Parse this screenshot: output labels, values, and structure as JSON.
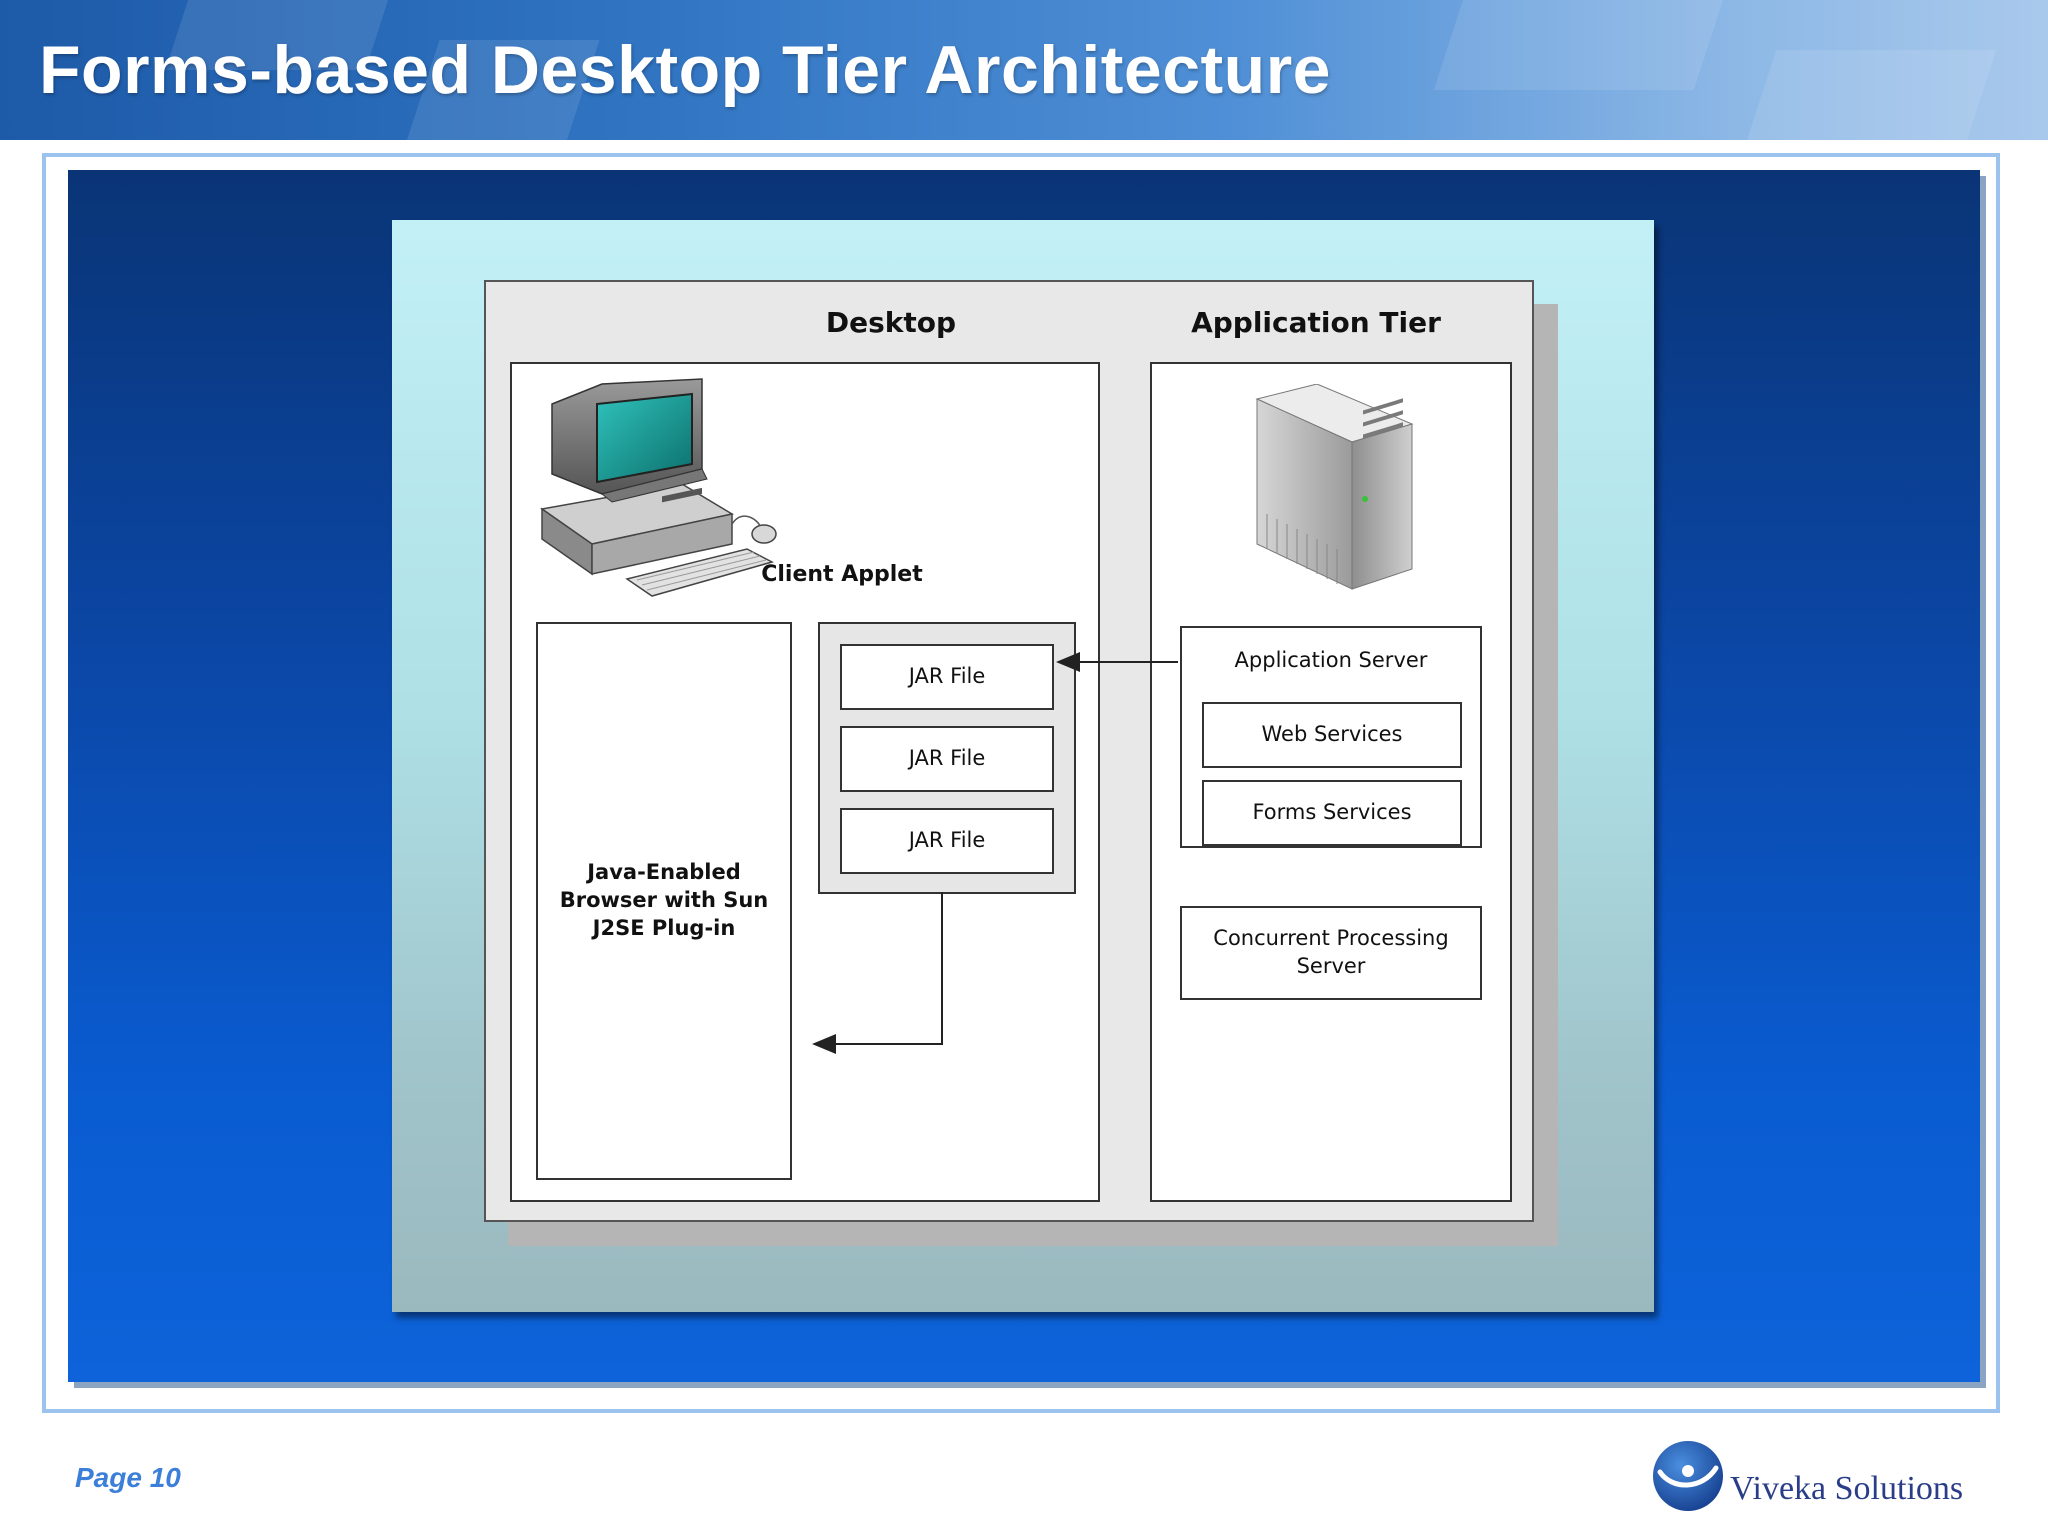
{
  "slide": {
    "title": "Forms-based Desktop Tier Architecture",
    "page_label": "Page 10",
    "brand_name": "Viveka Solutions"
  },
  "diagram": {
    "desktop_heading": "Desktop",
    "app_tier_heading": "Application Tier",
    "client_applet_label": "Client Applet",
    "jar_files": [
      "JAR File",
      "JAR File",
      "JAR File"
    ],
    "browser_label_lines": [
      "Java-Enabled",
      "Browser with Sun",
      "J2SE Plug-in"
    ],
    "app_server_label": "Application Server",
    "web_services_label": "Web Services",
    "forms_services_label": "Forms Services",
    "concurrent_label_lines": [
      "Concurrent Processing",
      "Server"
    ],
    "icons": [
      "desktop-computer-icon",
      "server-tower-icon",
      "viveka-logo-icon"
    ]
  },
  "colors": {
    "title_text": "#ffffff",
    "page_number": "#3b7fd8",
    "brand_text": "#2a3d88",
    "panel_blue": "#0b47a6",
    "frame_border": "#9cc3ee",
    "card_cyan": "#c2f0f6",
    "monitor_screen": "#1a9a96"
  }
}
